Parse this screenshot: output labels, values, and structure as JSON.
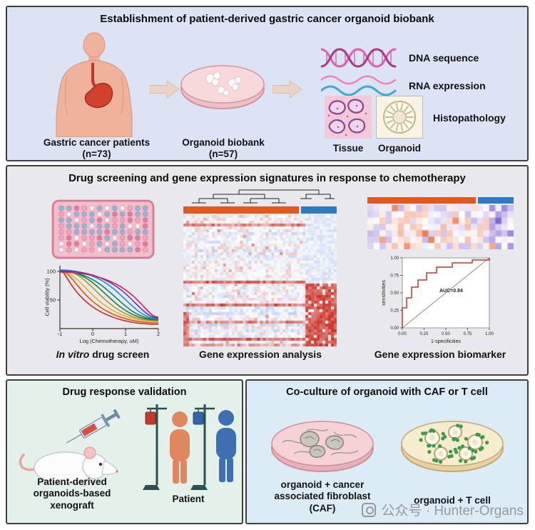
{
  "panel_biobank": {
    "title": "Establishment of patient-derived gastric cancer organoid biobank",
    "patients_label": "Gastric cancer patients\n(n=73)",
    "biobank_label": "Organoid biobank\n(n=57)",
    "dna_label": "DNA sequence",
    "rna_label": "RNA expression",
    "histology_label": "Histopathology",
    "tissue_label": "Tissue",
    "organoid_label": "Organoid"
  },
  "panel_screening": {
    "title": "Drug screening and gene expression signatures in response to chemotherapy",
    "drug_screen_caption_italic": "In vitro",
    "drug_screen_caption_rest": " drug screen",
    "heatmap_caption": "Gene expression analysis",
    "biomarker_caption": "Gene expression biomarker",
    "viability_chart": {
      "type": "line",
      "ylabel": "Cell viability (%)",
      "xlabel": "Log (Chemotherapy, uM)",
      "yticks": [
        "100",
        "50"
      ],
      "xticks": [
        "-1",
        "0",
        "1",
        "2"
      ]
    },
    "roc_chart": {
      "type": "line",
      "annotation": "AUC=0.84",
      "ylabel": "sensitivities",
      "xlabel": "1-specificities",
      "yticks": [
        "1.00",
        "0.75",
        "0.50",
        "0.25",
        "0.00"
      ],
      "xticks": [
        "0.00",
        "0.25",
        "0.50",
        "0.75",
        "1.00"
      ]
    }
  },
  "panel_validation": {
    "title": "Drug response validation",
    "xenograft_label": "Patient-derived\norganoids-based\nxenograft",
    "patient_label": "Patient"
  },
  "panel_coculture": {
    "title": "Co-culture of organoid with CAF or T cell",
    "caf_label": "organoid + cancer\nassociated fibroblast\n(CAF)",
    "tcell_label": "organoid + T cell"
  },
  "watermark": {
    "text": "公众号 · Hunter-Organs"
  }
}
